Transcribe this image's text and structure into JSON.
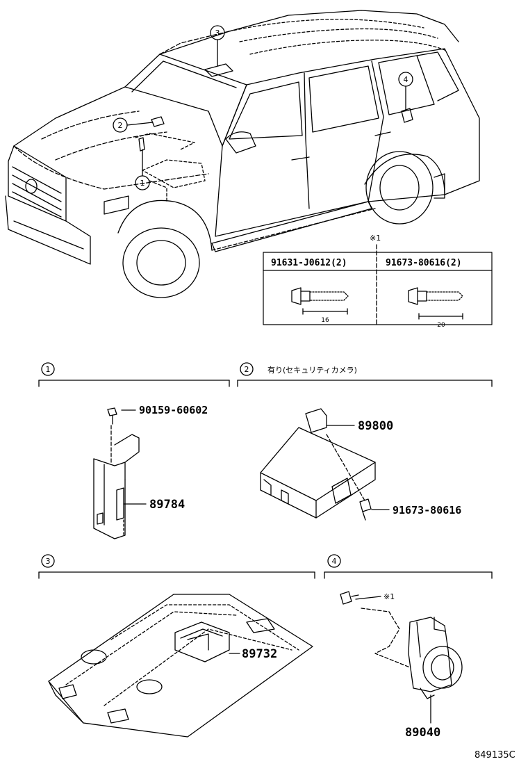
{
  "callouts": [
    "1",
    "2",
    "3",
    "4"
  ],
  "note_marker": "※1",
  "fastener_table": {
    "headers": [
      "91631-J0612(2)",
      "91673-80616(2)"
    ],
    "lengths": [
      "16",
      "20"
    ]
  },
  "sections": [
    {
      "num": "1",
      "title": "",
      "parts": [
        "90159-60602",
        "89784"
      ]
    },
    {
      "num": "2",
      "title": "有り(セキュリティカメラ)",
      "parts": [
        "89800",
        "91673-80616"
      ]
    },
    {
      "num": "3",
      "title": "",
      "parts": [
        "89732"
      ]
    },
    {
      "num": "4",
      "title": "",
      "parts": [
        "89040"
      ],
      "note": "※1"
    }
  ],
  "diagram_code": "849135C"
}
